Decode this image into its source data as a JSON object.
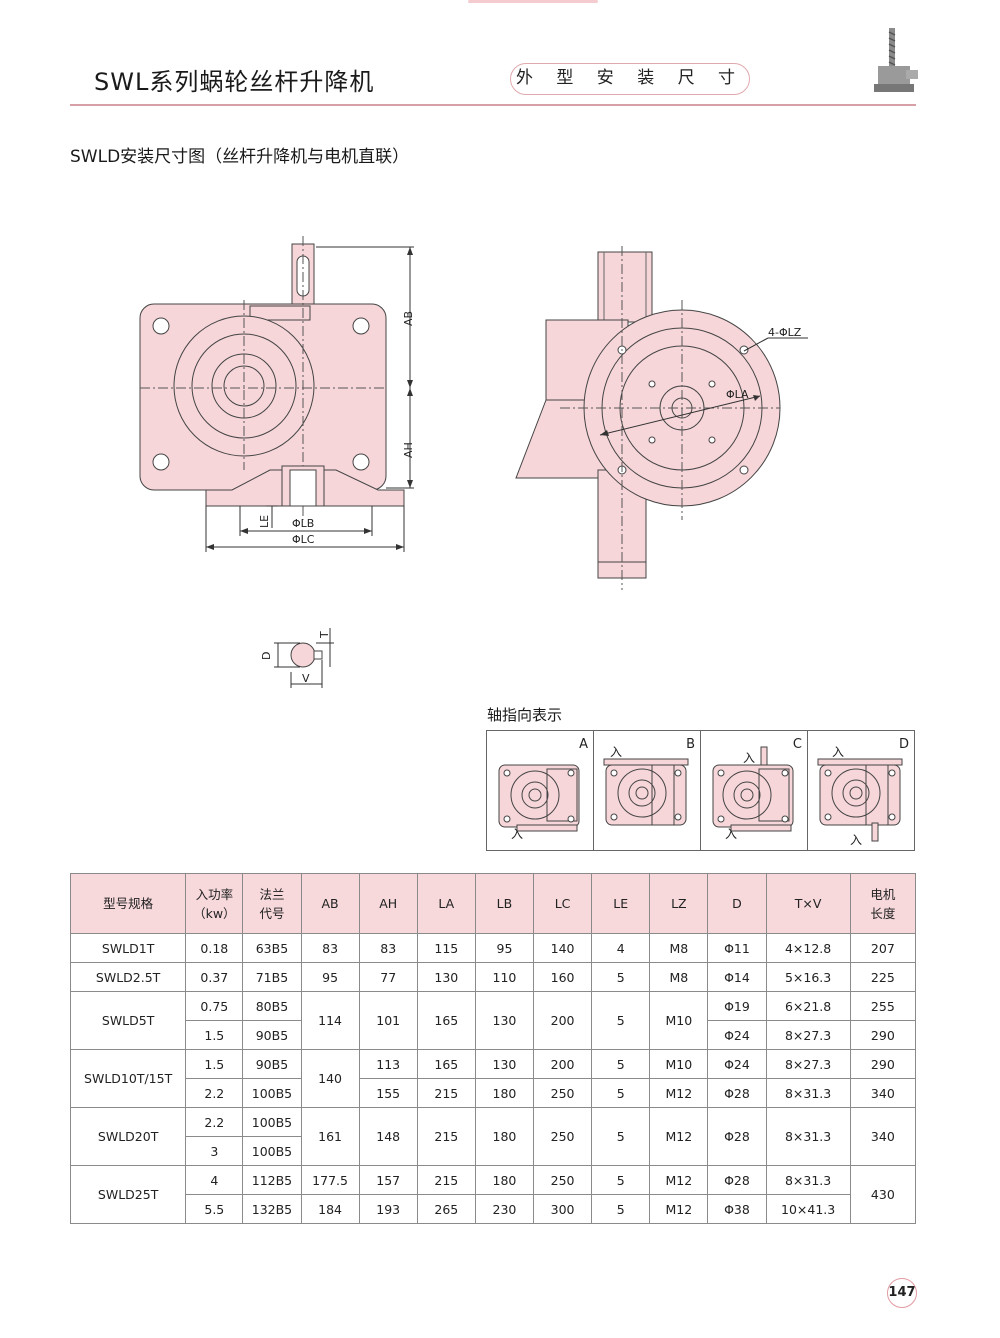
{
  "header": {
    "title": "SWL系列蜗轮丝杆升降机",
    "section": "外 型 安 装 尺 寸"
  },
  "diagram": {
    "title": "SWLD安装尺寸图（丝杆升降机与电机直联）",
    "labels": {
      "ab": "AB",
      "ah": "AH",
      "le": "LE",
      "lb": "ΦLB",
      "lc": "ΦLC",
      "la": "ΦLA",
      "lz": "4-ΦLZ",
      "d": "D",
      "t": "T",
      "v": "V"
    }
  },
  "orientation": {
    "title": "轴指向表示",
    "in_label": "入",
    "panels": [
      {
        "letter": "A"
      },
      {
        "letter": "B"
      },
      {
        "letter": "C"
      },
      {
        "letter": "D"
      }
    ]
  },
  "table": {
    "headers": {
      "model": "型号规格",
      "power_1": "入功率",
      "power_2": "（kw）",
      "flange_1": "法兰",
      "flange_2": "代号",
      "ab": "AB",
      "ah": "AH",
      "la": "LA",
      "lb": "LB",
      "lc": "LC",
      "le": "LE",
      "lz": "LZ",
      "d": "D",
      "txv": "T×V",
      "motor_1": "电机",
      "motor_2": "长度"
    },
    "rows": [
      {
        "model": "SWLD1T",
        "power": "0.18",
        "flange": "63B5",
        "ab": "83",
        "ah": "83",
        "la": "115",
        "lb": "95",
        "lc": "140",
        "le": "4",
        "lz": "M8",
        "d": "Φ11",
        "txv": "4×12.8",
        "motor": "207"
      },
      {
        "model": "SWLD2.5T",
        "power": "0.37",
        "flange": "71B5",
        "ab": "95",
        "ah": "77",
        "la": "130",
        "lb": "110",
        "lc": "160",
        "le": "5",
        "lz": "M8",
        "d": "Φ14",
        "txv": "5×16.3",
        "motor": "225"
      },
      {
        "model": "SWLD5T",
        "power": "0.75",
        "flange": "80B5",
        "ab": "114",
        "ah": "101",
        "la": "165",
        "lb": "130",
        "lc": "200",
        "le": "5",
        "lz": "M10",
        "d": "Φ19",
        "txv": "6×21.8",
        "motor": "255"
      },
      {
        "power": "1.5",
        "flange": "90B5",
        "d": "Φ24",
        "txv": "8×27.3",
        "motor": "290"
      },
      {
        "model": "SWLD10T/15T",
        "power": "1.5",
        "flange": "90B5",
        "ab": "140",
        "ah": "113",
        "la": "165",
        "lb": "130",
        "lc": "200",
        "le": "5",
        "lz": "M10",
        "d": "Φ24",
        "txv": "8×27.3",
        "motor": "290"
      },
      {
        "power": "2.2",
        "flange": "100B5",
        "ah": "155",
        "la": "215",
        "lb": "180",
        "lc": "250",
        "le": "5",
        "lz": "M12",
        "d": "Φ28",
        "txv": "8×31.3",
        "motor": "340"
      },
      {
        "model": "SWLD20T",
        "power": "2.2",
        "flange": "100B5",
        "ab": "161",
        "ah": "148",
        "la": "215",
        "lb": "180",
        "lc": "250",
        "le": "5",
        "lz": "M12",
        "d": "Φ28",
        "txv": "8×31.3",
        "motor": "340"
      },
      {
        "power": "3",
        "flange": "100B5"
      },
      {
        "model": "SWLD25T",
        "power": "4",
        "flange": "112B5",
        "ab": "177.5",
        "ah": "157",
        "la": "215",
        "lb": "180",
        "lc": "250",
        "le": "5",
        "lz": "M12",
        "d": "Φ28",
        "txv": "8×31.3",
        "motor": "430"
      },
      {
        "power": "5.5",
        "flange": "132B5",
        "ab": "184",
        "ah": "193",
        "la": "265",
        "lb": "230",
        "lc": "300",
        "le": "5",
        "lz": "M12",
        "d": "Φ38",
        "txv": "10×41.3"
      }
    ]
  },
  "page_number": "147",
  "colors": {
    "body_fill": "#f6d6d9",
    "accent": "#e0a9ae",
    "header_fill": "#f7d9dc"
  }
}
